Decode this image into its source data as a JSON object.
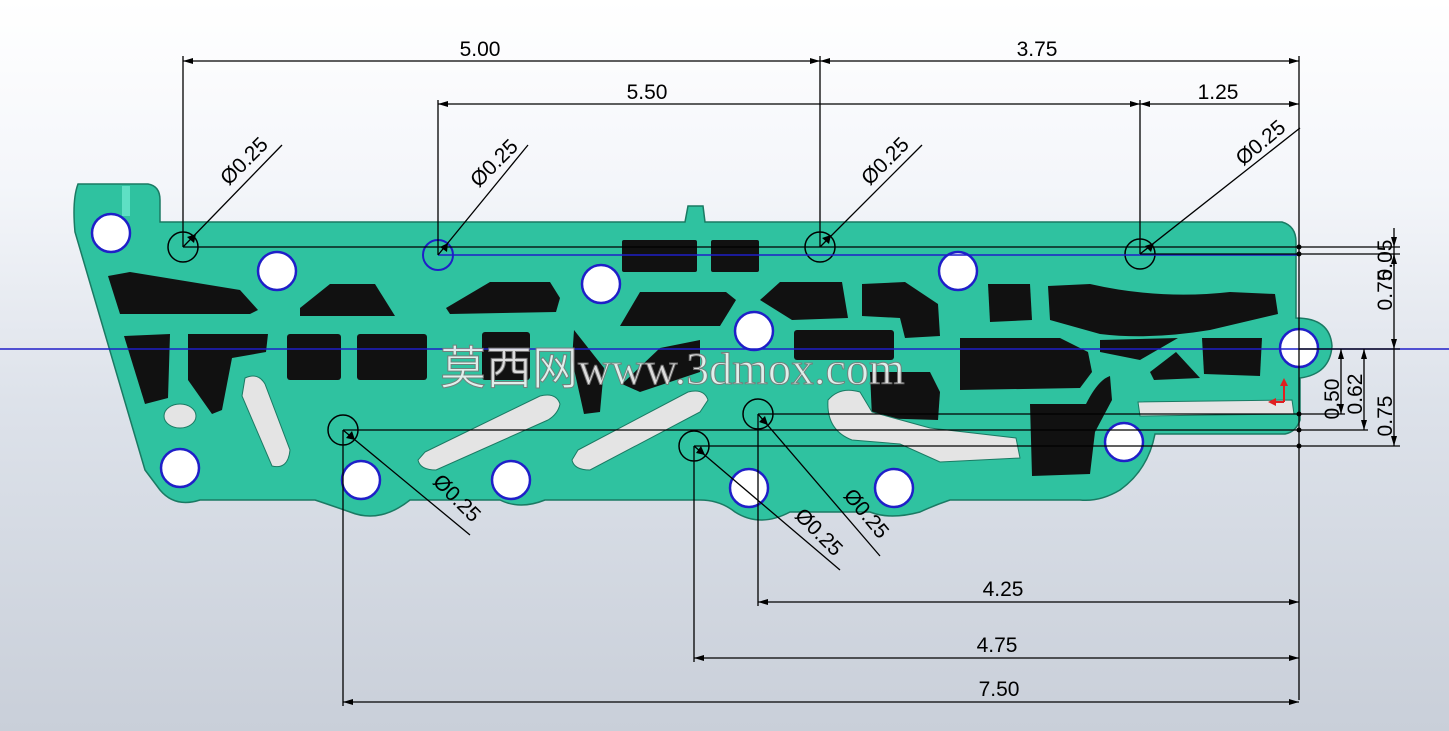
{
  "colors": {
    "part_fill": "#2fc2a0",
    "cutout_fill": "#111111",
    "slot_fill": "#e4e4e4",
    "selected_blue": "#1f1fc8",
    "dimension_line": "#000000",
    "origin_red": "#e02020"
  },
  "dimensions": {
    "top_5_00": "5.00",
    "top_3_75": "3.75",
    "top_5_50": "5.50",
    "top_1_25": "1.25",
    "bottom_4_25": "4.25",
    "bottom_4_75": "4.75",
    "bottom_7_50": "7.50",
    "right_0_05": "0.05",
    "right_0_75_upper": "0.75",
    "right_0_50": "0.50",
    "right_0_62": "0.62",
    "right_0_75_lower": "0.75"
  },
  "hole_callouts": {
    "hole_1": "Ø0.25",
    "hole_2": "Ø0.25",
    "hole_3": "Ø0.25",
    "hole_4": "Ø0.25",
    "hole_5": "Ø0.25",
    "hole_6": "Ø0.25",
    "hole_7": "Ø0.25"
  },
  "watermark": "莫西网www.3dmox.com",
  "icons": {
    "origin": "coordinate-origin-icon"
  }
}
